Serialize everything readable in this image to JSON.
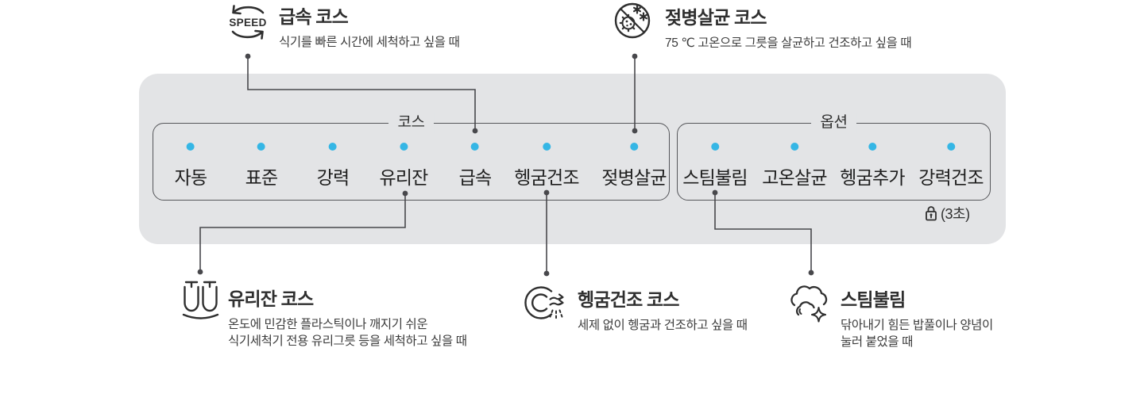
{
  "colors": {
    "page_bg": "#ffffff",
    "panel_bg": "#e3e4e6",
    "box_border": "#55565a",
    "accent_dot": "#35b6e5",
    "connector": "#48484c",
    "title_text": "#2f2f2f",
    "desc_text": "#3c3c3c",
    "item_text": "#1e1e1e"
  },
  "callouts": {
    "quick": {
      "icon": "speed-icon",
      "title": "급속 코스",
      "desc": "식기를 빠른 시간에 세척하고 싶을 때"
    },
    "bottle_sterilize": {
      "icon": "no-germs-icon",
      "title": "젖병살균 코스",
      "desc": "75 ℃ 고온으로 그릇을 살균하고 건조하고 싶을 때"
    },
    "glass": {
      "icon": "wine-glasses-icon",
      "title": "유리잔 코스",
      "desc_line1": "온도에 민감한 플라스틱이나 깨지기 쉬운",
      "desc_line2": "식기세척기 전용 유리그릇 등을 세척하고 싶을 때"
    },
    "rinse_dry": {
      "icon": "rinse-dry-icon",
      "title": "헹굼건조 코스",
      "desc": "세제 없이 헹굼과 건조하고 싶을 때"
    },
    "steam_soak": {
      "icon": "steam-cloud-icon",
      "title": "스팀불림",
      "desc_line1": "닦아내기 힘든 밥풀이나 양념이",
      "desc_line2": "눌러 붙었을 때"
    }
  },
  "panel": {
    "course": {
      "label": "코스",
      "items": [
        "자동",
        "표준",
        "강력",
        "유리잔",
        "급속",
        "헹굼건조",
        "젖병살균"
      ]
    },
    "option": {
      "label": "옵션",
      "items": [
        "스팀불림",
        "고온살균",
        "헹굼추가",
        "강력건조"
      ]
    },
    "lock": {
      "icon": "lock-icon",
      "label": "(3초)"
    }
  }
}
